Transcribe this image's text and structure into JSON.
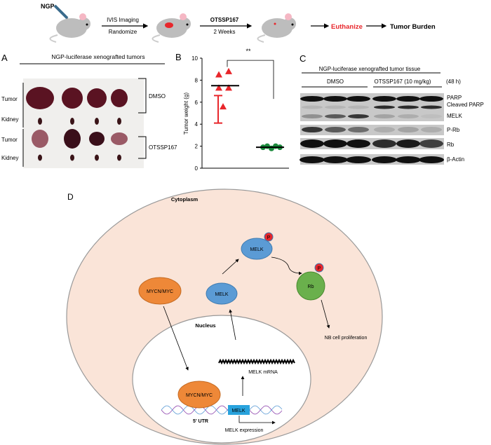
{
  "workflow": {
    "ngp": "NGP",
    "step1_top": "IVIS Imaging",
    "step1_bottom": "Randomize",
    "step2_top": "OTSSP167",
    "step2_bottom": "2 Weeks",
    "euthanize": "Euthanize",
    "tumor_burden": "Tumor Burden",
    "euthanize_color": "#e8262b"
  },
  "panelA": {
    "label": "A",
    "title": "NGP-luciferase xenografted tumors",
    "rows": [
      "Tumor",
      "Kidney",
      "Tumor",
      "Kidney"
    ],
    "groups": [
      "DMSO",
      "OTSSP167"
    ]
  },
  "panelB": {
    "label": "B",
    "significance": "**"
  },
  "chart_data": {
    "type": "scatter",
    "ylabel": "Tumor weight (g)",
    "ylim": [
      0,
      10
    ],
    "yticks": [
      "0",
      "2",
      "4",
      "6",
      "8",
      "10"
    ],
    "series": [
      {
        "color": "#e8262b",
        "marker": "triangle",
        "values": [
          8.5,
          8.8,
          7.3,
          7.3,
          5.6
        ],
        "mean": 7.5,
        "error_bar": [
          4.1,
          6.6
        ]
      },
      {
        "color": "#1a8a3c",
        "marker": "circle",
        "values": [
          1.9,
          2.0,
          1.8,
          2.0,
          1.9
        ],
        "mean": 1.9
      }
    ]
  },
  "panelC": {
    "label": "C",
    "title": "NGP-luciferase xenografted tumor tissue",
    "group1": "DMSO",
    "group2": "OTSSP167 (10 mg/kg)",
    "time": "(48 h)",
    "bands": [
      "PARP",
      "Cleaved PARP",
      "MELK",
      "P-Rb",
      "Rb",
      "β-Actin"
    ]
  },
  "panelD": {
    "label": "D",
    "cytoplasm": "Cytoplasm",
    "nucleus": "Nucleus",
    "mycn": "MYCN/MYC",
    "mycn_nuc": "MYCN/MYC",
    "melk": "MELK",
    "melk_p": "MELK",
    "p1": "P",
    "p2": "P",
    "rb": "Rb",
    "proliferation": "NB cell proliferation",
    "mrna": "MELK mRNA",
    "gene": "MELK",
    "utr": "5' UTR",
    "expression": "MELK expression"
  }
}
